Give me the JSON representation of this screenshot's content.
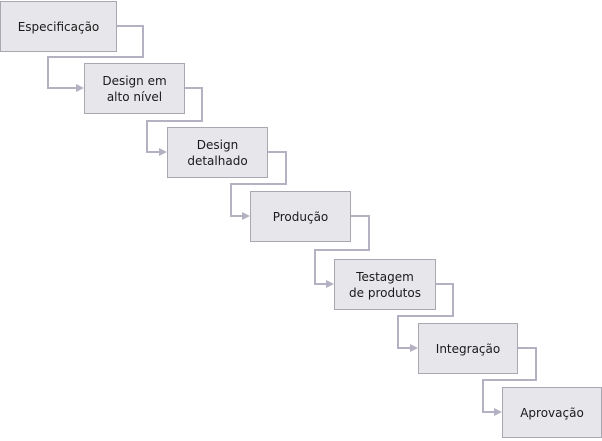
{
  "diagram": {
    "steps": [
      {
        "label": "Especificação"
      },
      {
        "label": "Design em\nalto nível"
      },
      {
        "label": "Design\ndetalhado"
      },
      {
        "label": "Produção"
      },
      {
        "label": "Testagem\nde produtos"
      },
      {
        "label": "Integração"
      },
      {
        "label": "Aprovação"
      }
    ],
    "colors": {
      "box_fill": "#e7e6eb",
      "box_border": "#a9a7b0",
      "connector": "#b5b1c2",
      "text": "#1a1a1a"
    }
  }
}
